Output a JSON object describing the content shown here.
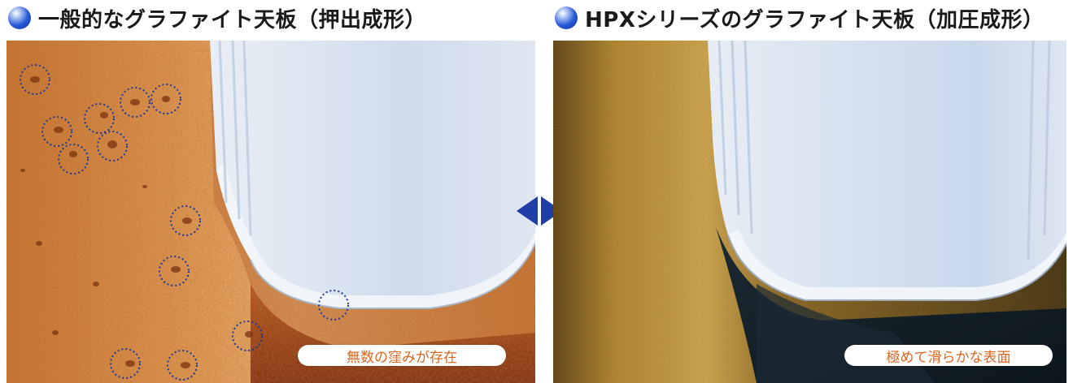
{
  "left": {
    "title": "一般的なグラファイト天板（押出成形）",
    "caption": "無数の窪みが存在",
    "icon": "blue-sphere-bullet",
    "accent": "#d9661f"
  },
  "right": {
    "title": "HPXシリーズのグラファイト天板（加圧成形）",
    "caption": "極めて滑らかな表面",
    "icon": "blue-sphere-bullet",
    "accent": "#d9661f"
  },
  "divider": {
    "icon": "compare-arrows-icon",
    "color": "#1f3fa6"
  },
  "marker_color": "#1c3796"
}
